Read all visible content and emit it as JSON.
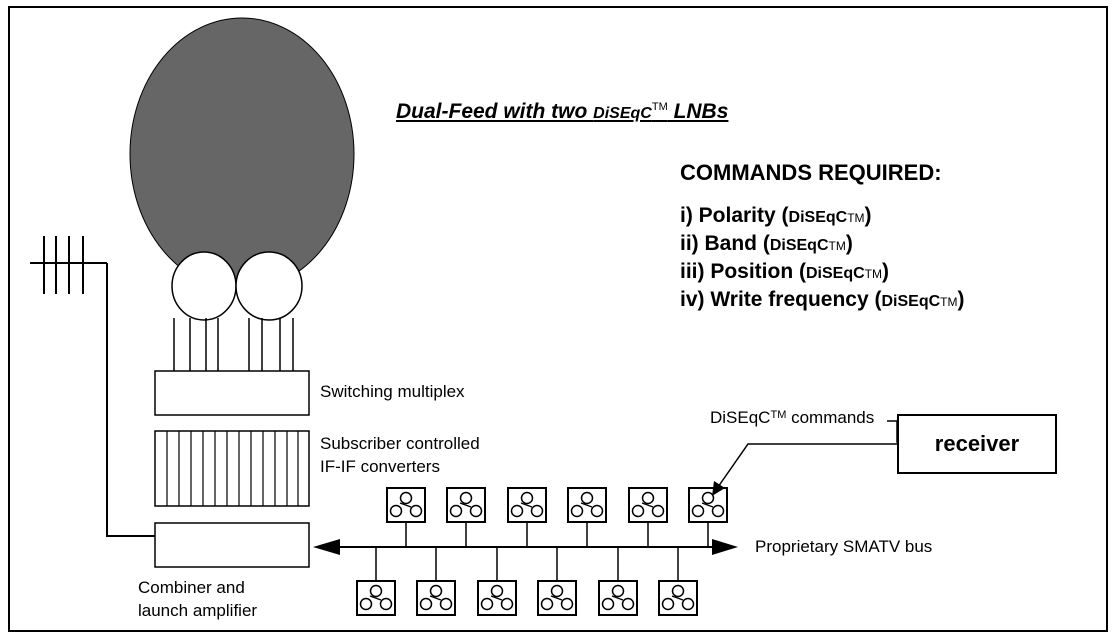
{
  "title": {
    "main": "Dual-Feed with two ",
    "brand": "DiSEqC",
    "tm": "TM",
    "suffix": " LNBs"
  },
  "commands": {
    "heading": "COMMANDS REQUIRED:",
    "items": [
      {
        "text": "i) Polarity (",
        "tag": "DiSEqC",
        "tm": "TM",
        "close": ")"
      },
      {
        "text": "ii) Band (",
        "tag": "DiSEqC",
        "tm": "TM",
        "close": ")"
      },
      {
        "text": "iii) Position (",
        "tag": "DiSEqC",
        "tm": "TM",
        "close": ")"
      },
      {
        "text": "iv) Write frequency (",
        "tag": "DiSEqC",
        "tm": "TM",
        "close": ")"
      }
    ]
  },
  "labels": {
    "switching": "Switching multiplex",
    "converters_line1": "Subscriber controlled",
    "converters_line2": "IF-IF converters",
    "combiner_line1": "Combiner and",
    "combiner_line2": "launch amplifier",
    "bus": "Proprietary SMATV bus",
    "commands_prefix": "DiSEqC",
    "commands_tm": "TM",
    "commands_suffix": " commands",
    "receiver": "receiver"
  },
  "colors": {
    "dish": "#666666",
    "line": "#000000",
    "background": "#ffffff"
  }
}
